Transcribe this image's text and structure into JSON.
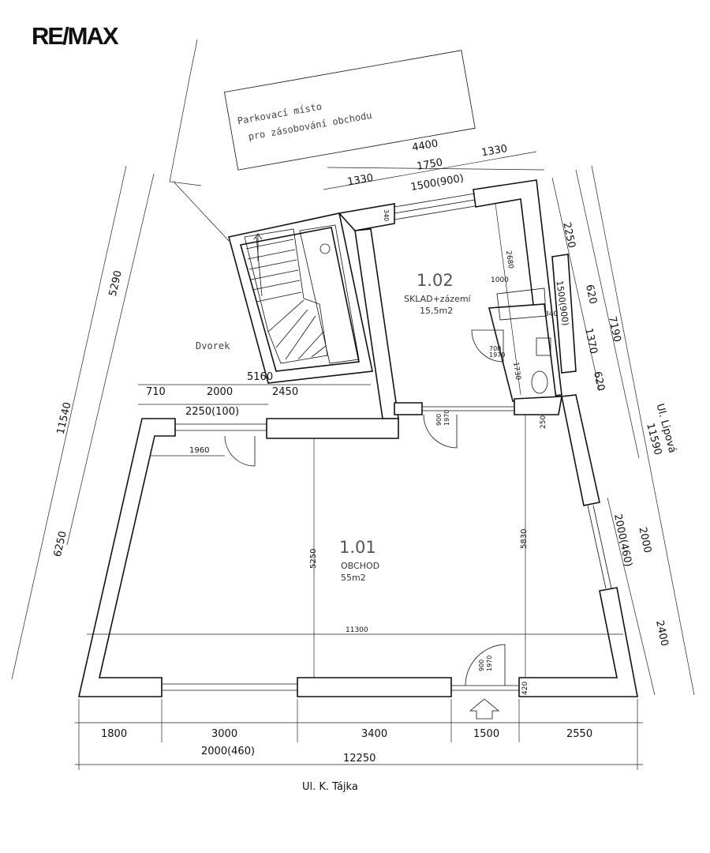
{
  "logo": "RE/MAX",
  "parking": {
    "line1": "Parkovací místo",
    "line2": "pro zásobování obchodu"
  },
  "courtyard": "Dvorek",
  "rooms": [
    {
      "number": "1.01",
      "name": "OBCHOD",
      "area": "55m2"
    },
    {
      "number": "1.02",
      "name": "SKLAD+zázemí",
      "area": "15,5m2"
    }
  ],
  "streets": {
    "bottom": "Ul. K. Tájka",
    "right_1": "Ul. Lipová",
    "right_2": "11590"
  },
  "dimensions": {
    "bottom": [
      "1800",
      "3000",
      "3400",
      "1500",
      "2550"
    ],
    "bottom_sub": "2000(460)",
    "bottom_total": "12250",
    "top_total": "4400",
    "top_mid": "1750",
    "top_left": "1330",
    "top_right": "1330",
    "top_window": "1500(900)",
    "left_total": "11540",
    "left_upper": "5290",
    "left_lower": "6250",
    "right_a": "2250",
    "right_b": "620",
    "right_c": "1370",
    "right_d": "620",
    "right_total": "7190",
    "right_window": "2000(460)",
    "right_e": "2000",
    "right_f": "2400",
    "inner_710": "710",
    "inner_2000": "2000",
    "inner_2450": "2450",
    "inner_window": "2250(100)",
    "inner_1960": "1960",
    "inner_5160": "5160",
    "inner_5250": "5250",
    "inner_5830": "5830",
    "inner_11300": "11300",
    "inner_2680": "2680",
    "inner_1000": "1000",
    "inner_1500_900": "1500(900)",
    "inner_340": "340",
    "inner_340b": "340",
    "inner_1730": "1730",
    "inner_420": "420",
    "inner_250": "250",
    "door_w": "900",
    "door_h": "1970",
    "door_wc_w": "700",
    "door_wc_h": "1970"
  }
}
